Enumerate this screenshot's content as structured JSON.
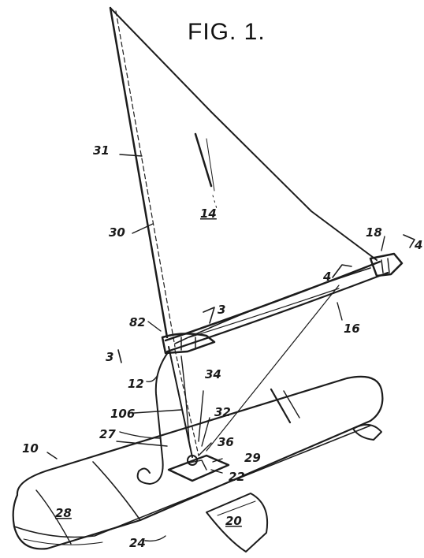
{
  "figure": {
    "title": "FIG. 1.",
    "labels": {
      "l10": "10",
      "l12": "12",
      "l14": "14",
      "l16": "16",
      "l18": "18",
      "l20": "20",
      "l22": "22",
      "l24": "24",
      "l27": "27",
      "l28": "28",
      "l29": "29",
      "l30": "30",
      "l31": "31",
      "l32": "32",
      "l34": "34",
      "l36": "36",
      "l82": "82",
      "l106": "106",
      "m3a": "3",
      "m3b": "3",
      "m4a": "4",
      "m4b": "4"
    }
  }
}
